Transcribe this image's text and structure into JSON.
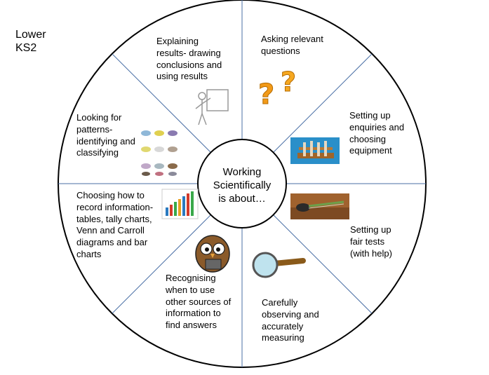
{
  "corner_label": "Lower\nKS2",
  "center_text": "Working\nScientifically\nis about…",
  "segments": [
    {
      "text": "Asking  relevant\nquestions",
      "icon": "question-marks-icon"
    },
    {
      "text": "Setting up\nenquiries and\nchoosing\nequipment",
      "icon": "test-tubes-image"
    },
    {
      "text": "Setting up\nfair tests\n(with help)",
      "icon": "spring-scale-image"
    },
    {
      "text": "Carefully\nobserving and\naccurately\nmeasuring",
      "icon": "magnifying-glass-icon"
    },
    {
      "text": "Recognising\nwhen to use\nother sources of\ninformation to\nfind answers",
      "icon": "owl-reading-icon"
    },
    {
      "text": "Choosing how to\nrecord information-\ntables, tally charts,\nVenn and Carroll\ndiagrams and bar\ncharts",
      "icon": "bar-chart-icon"
    },
    {
      "text": "Looking for\npatterns-\nidentifying and\nclassifying",
      "icon": "birds-grid-icon"
    },
    {
      "text": "Explaining\nresults- drawing\nconclusions and\nusing results",
      "icon": "presenter-board-icon"
    }
  ]
}
